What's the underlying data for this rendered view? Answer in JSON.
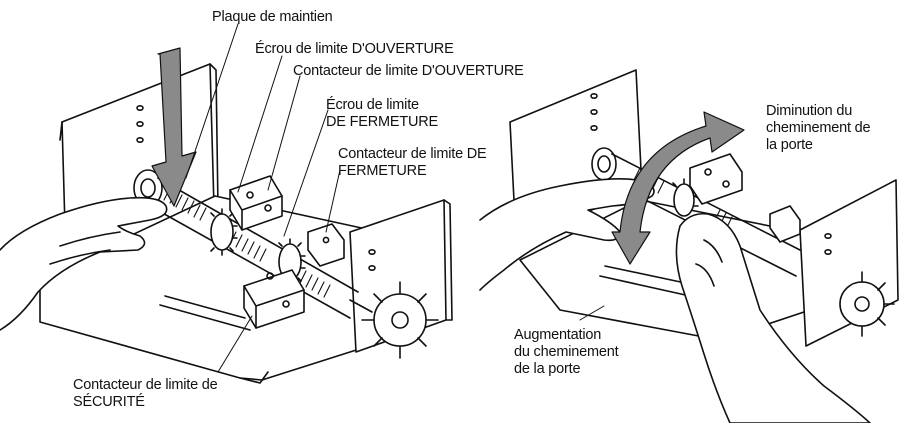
{
  "labels": {
    "plaque": "Plaque de maintien",
    "ecrou_ouverture": "Écrou de limite D'OUVERTURE",
    "contacteur_ouverture": "Contacteur de limite D'OUVERTURE",
    "ecrou_fermeture": [
      "Écrou de limite",
      "DE FERMETURE"
    ],
    "contacteur_fermeture": [
      "Contacteur de limite DE",
      "FERMETURE"
    ],
    "contacteur_securite": [
      "Contacteur de limite de",
      "SÉCURITÉ"
    ],
    "diminution": [
      "Diminution du",
      "cheminement de",
      "la porte"
    ],
    "augmentation": [
      "Augmentation",
      "du cheminement",
      "de la porte"
    ]
  },
  "colors": {
    "ink": "#111111",
    "arrow_fill": "#8a8a8a",
    "background": "#ffffff"
  }
}
